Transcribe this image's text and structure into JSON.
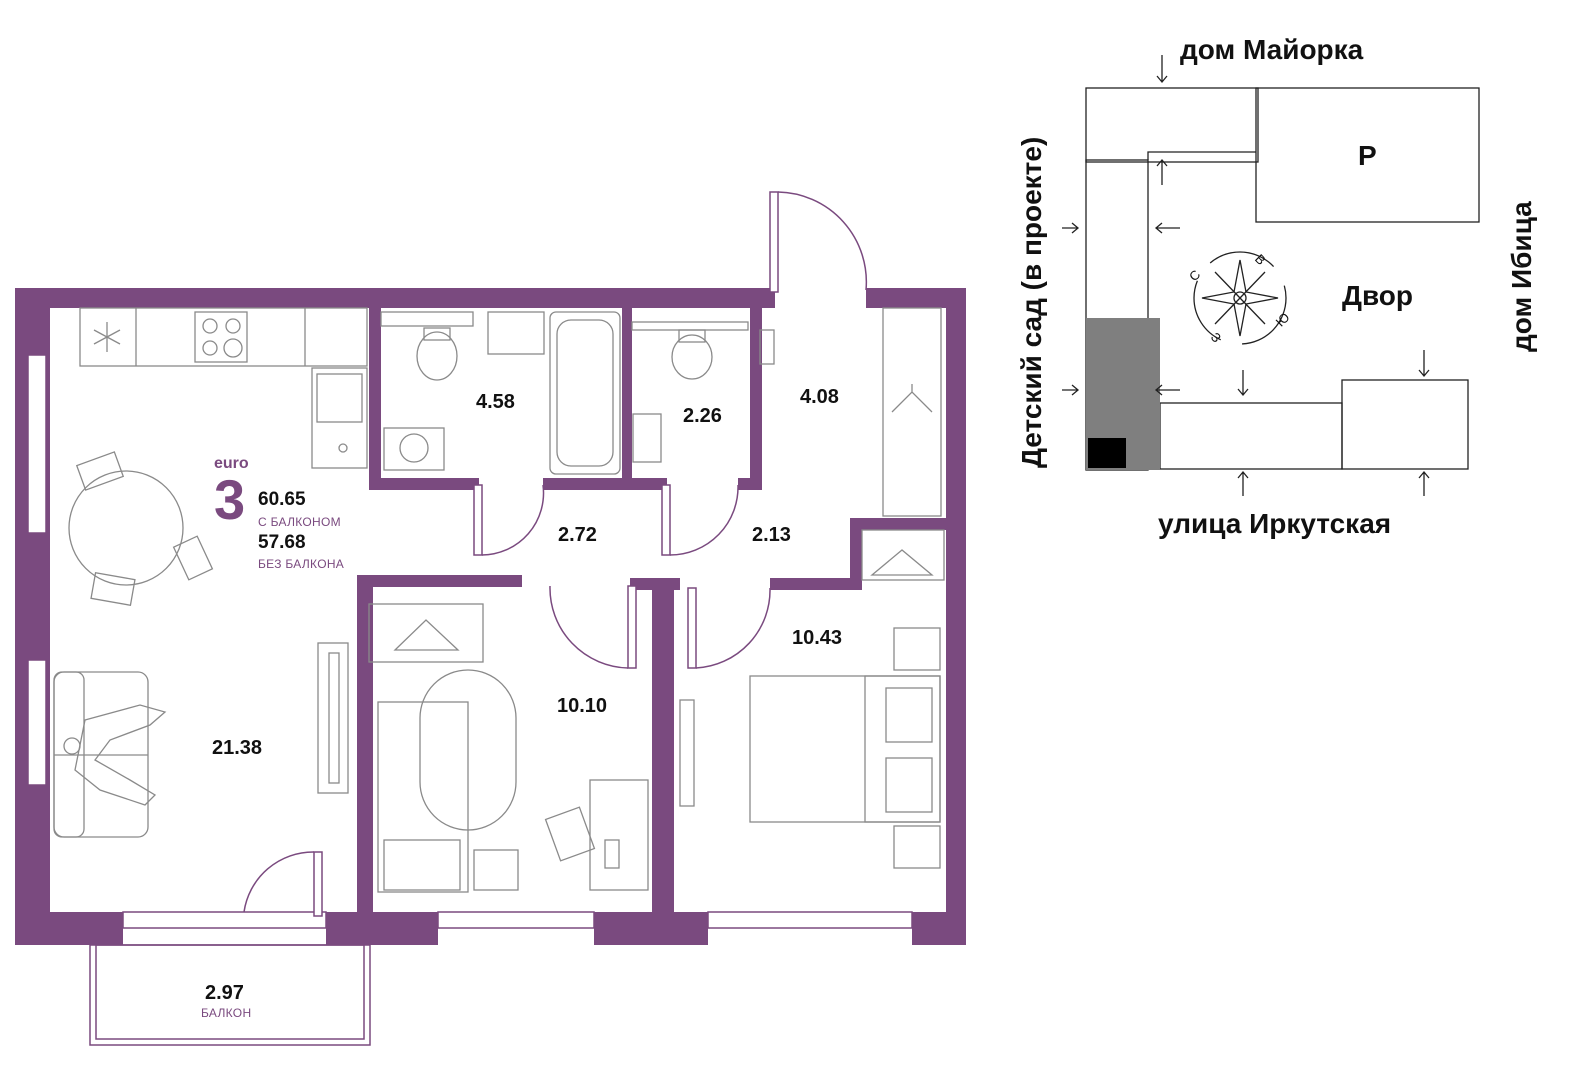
{
  "plan": {
    "type_label": "euro",
    "rooms_count": "3",
    "total_with_balcony": "60.65",
    "with_balcony_caption": "С БАЛКОНОМ",
    "total_without_balcony": "57.68",
    "without_balcony_caption": "БЕЗ БАЛКОНА",
    "rooms": {
      "living_kitchen": "21.38",
      "bathroom_1": "4.58",
      "bathroom_2": "2.26",
      "hall": "4.08",
      "corridor_1": "2.72",
      "corridor_2": "2.13",
      "bedroom_1": "10.10",
      "bedroom_2": "10.43",
      "balcony": "2.97"
    },
    "balcony_caption": "БАЛКОН"
  },
  "site": {
    "north_building": "дом Майорка",
    "east_building": "дом Ибица",
    "west_building": "Детский сад (в проекте)",
    "street": "улица Иркутская",
    "yard": "Двор",
    "parking": "Р",
    "compass": {
      "n": "С",
      "e": "В",
      "s": "Ю",
      "w": "З"
    }
  },
  "colors": {
    "wall": "#7a4a7f",
    "accent": "#7a4a7f",
    "furniture_stroke": "#8a8a8a",
    "highlight_block": "#7f7f7f",
    "current_unit": "#000000"
  }
}
